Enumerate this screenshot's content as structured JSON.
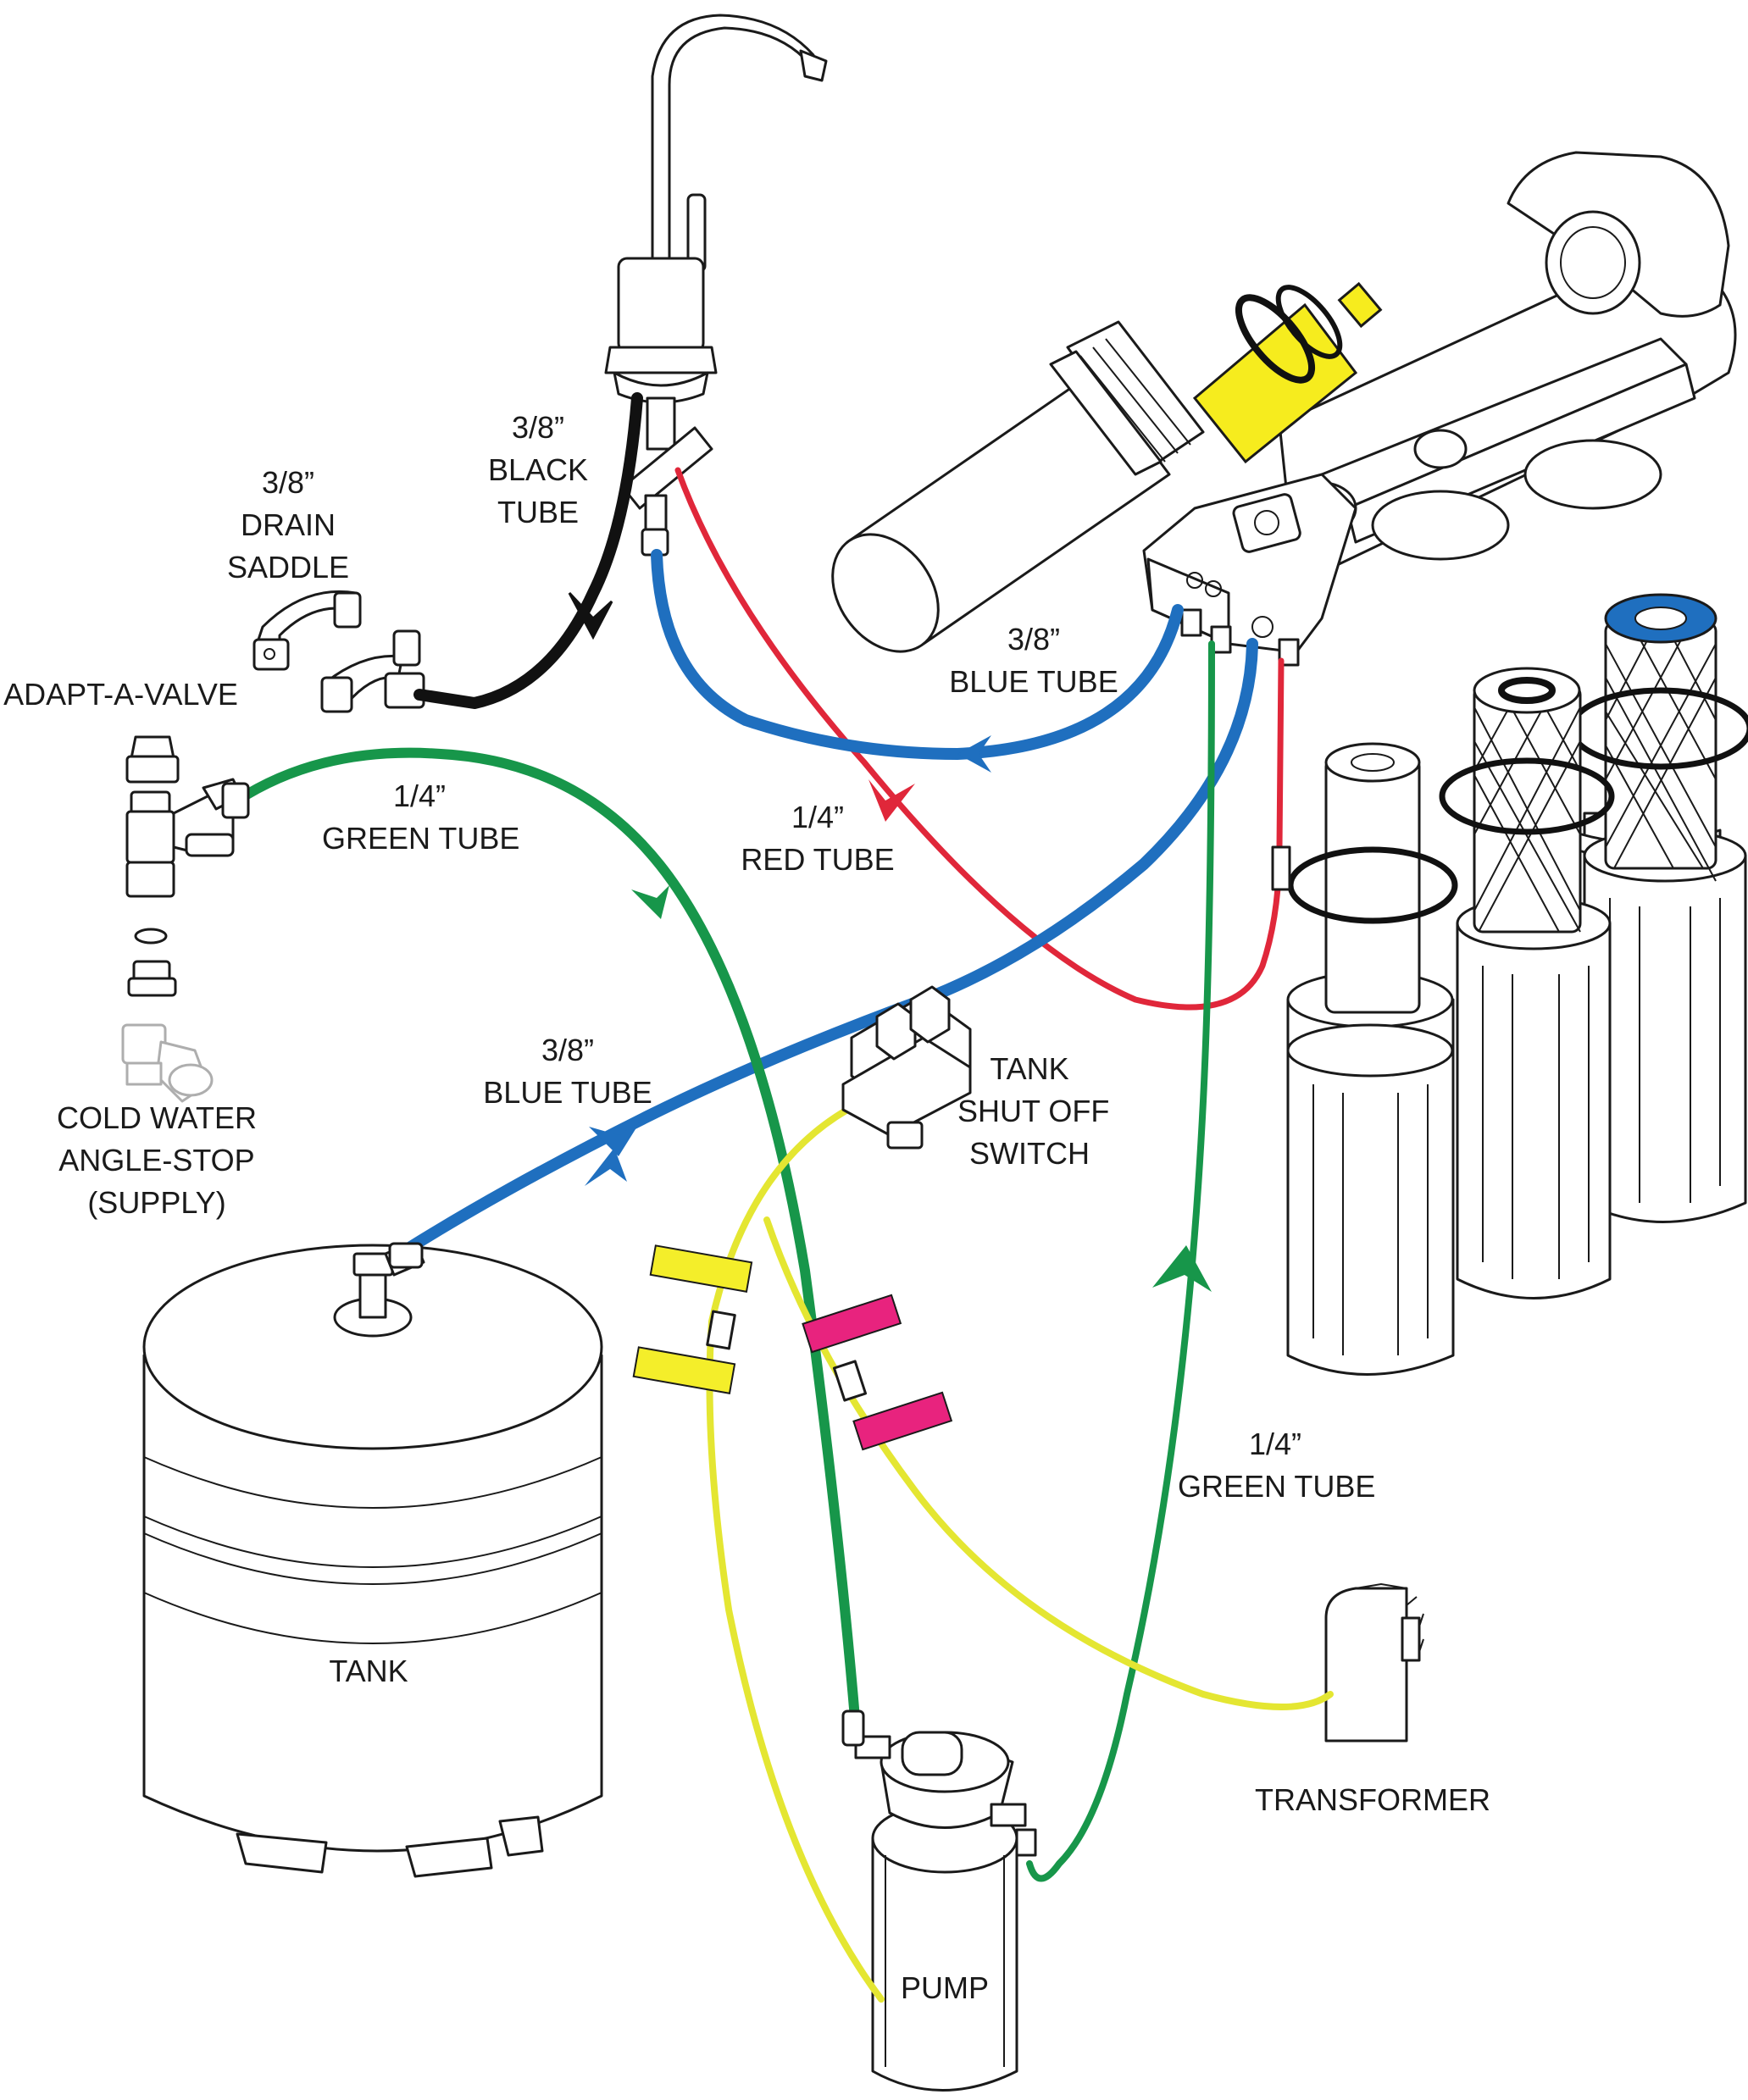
{
  "labels": {
    "black_tube": [
      "3/8”",
      "BLACK",
      "TUBE"
    ],
    "drain_saddle": [
      "3/8”",
      "DRAIN",
      "SADDLE"
    ],
    "adapt_a_valve": [
      "ADAPT-A-VALVE"
    ],
    "green_tube_top": [
      "1/4”",
      "GREEN TUBE"
    ],
    "blue_tube_upper": [
      "3/8”",
      "BLUE TUBE"
    ],
    "red_tube": [
      "1/4”",
      "RED TUBE"
    ],
    "angle_stop": [
      "COLD WATER",
      "ANGLE-STOP",
      "(SUPPLY)"
    ],
    "blue_tube_lower": [
      "3/8”",
      "BLUE TUBE"
    ],
    "shut_off_switch": [
      "TANK",
      "SHUT OFF",
      "SWITCH"
    ],
    "green_tube_right": [
      "1/4”",
      "GREEN TUBE"
    ],
    "tank": [
      "TANK"
    ],
    "transformer": [
      "TRANSFORMER"
    ],
    "pump": [
      "PUMP"
    ]
  },
  "colors": {
    "blue_tube": "#1f6fbf",
    "red_tube": "#e0273a",
    "green_tube": "#17964a",
    "black_tube": "#111111",
    "yellow_wire": "#e4e632",
    "yellow_tag": "#f4ee2a",
    "pink_tag": "#e8237e",
    "filter_cap": "#f6ec1e",
    "outline": "#1a1a1a"
  },
  "icons": [
    "faucet-icon",
    "ro-manifold-icon",
    "filter-housing-icon",
    "membrane-icon",
    "drain-saddle-icon",
    "adapt-a-valve-icon",
    "angle-stop-icon",
    "storage-tank-icon",
    "pump-icon",
    "transformer-icon",
    "shut-off-switch-icon"
  ]
}
